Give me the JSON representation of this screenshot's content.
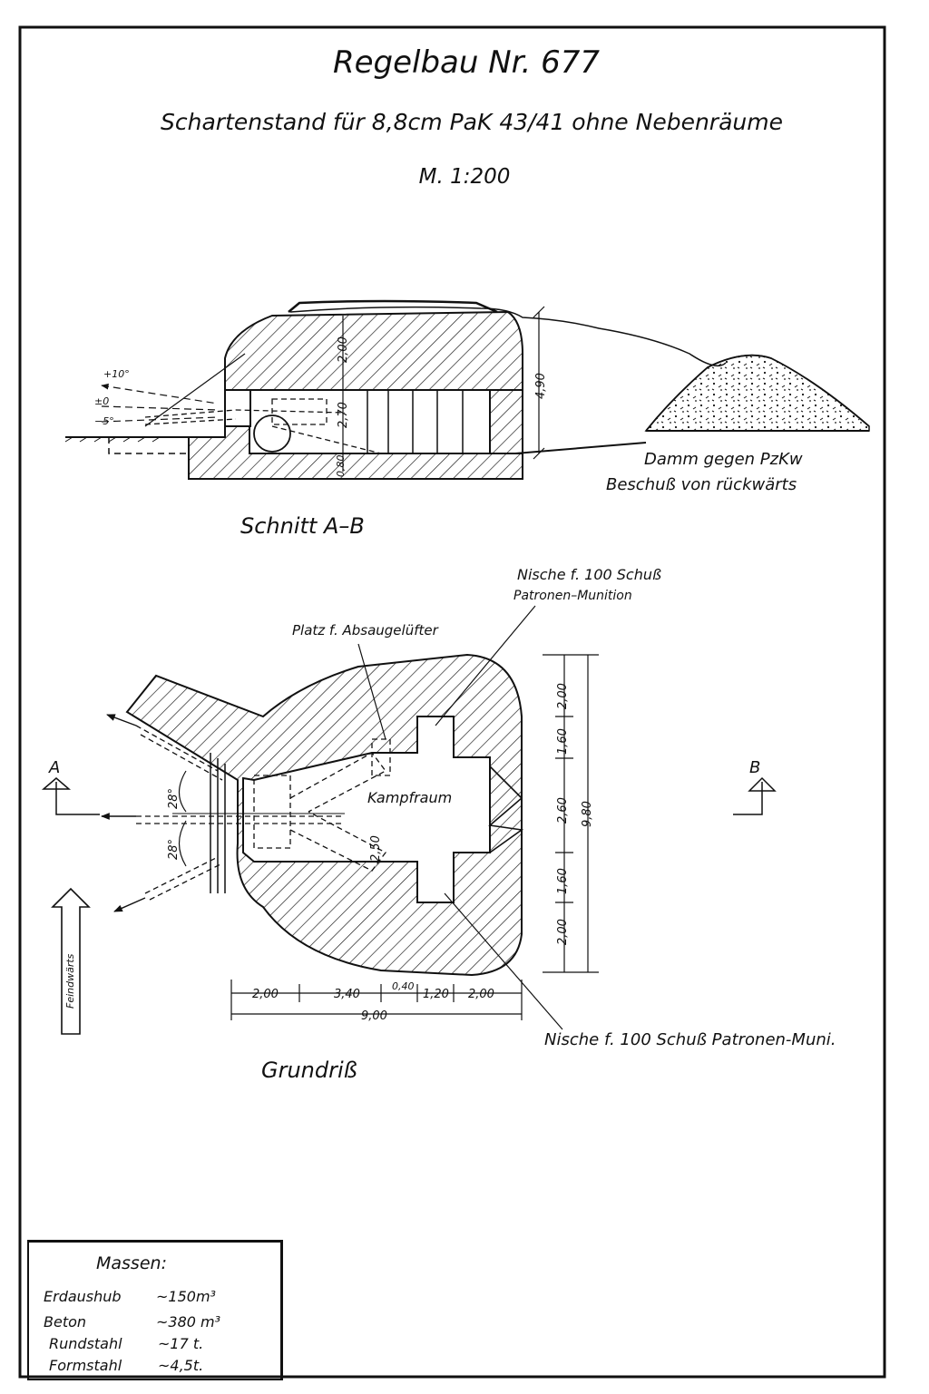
{
  "drawing": {
    "title": "Regelbau Nr. 677",
    "subtitle": "Schartenstand für 8,8cm PaK 43/41 ohne Nebenräume",
    "scale": "M. 1:200"
  },
  "section": {
    "heading": "Schnitt A–B",
    "angle_up": "+10°",
    "angle_zero": "±0",
    "angle_down": "−5°",
    "dim_roof": "2,00",
    "dim_room": "2,70",
    "dim_floor": "0,80",
    "dim_height": "4,90",
    "embankment_line1": "Damm gegen PzKw",
    "embankment_line2": "Beschuß von rückwärts"
  },
  "plan": {
    "heading": "Grundriß",
    "niche_top_line1": "Nische f. 100 Schuß",
    "niche_top_line2": "Patronen–Munition",
    "fan_label": "Platz f. Absaugelüfter",
    "room_label": "Kampfraum",
    "niche_bottom": "Nische f. 100 Schuß Patronen-Muni.",
    "marker_a": "A",
    "marker_b": "B",
    "direction": "Feindwärts",
    "angle_upper": "28°",
    "angle_lower": "28°",
    "dim_embrasure": "2,50",
    "dims_right": [
      "2,00",
      "1,60",
      "2,60",
      "1,60",
      "2,00"
    ],
    "dim_total_right": "9,80",
    "dims_bottom": [
      "2,00",
      "3,40",
      "0,40",
      "1,20",
      "2,00"
    ],
    "dim_total_bottom": "9,00"
  },
  "legend": {
    "title": "Massen:",
    "rows": [
      {
        "label": "Erdaushub",
        "value": "~150m³"
      },
      {
        "label": "Beton",
        "value": "~380 m³"
      },
      {
        "label": "Rundstahl",
        "value": "~17 t."
      },
      {
        "label": "Formstahl",
        "value": "~4,5t."
      }
    ]
  }
}
